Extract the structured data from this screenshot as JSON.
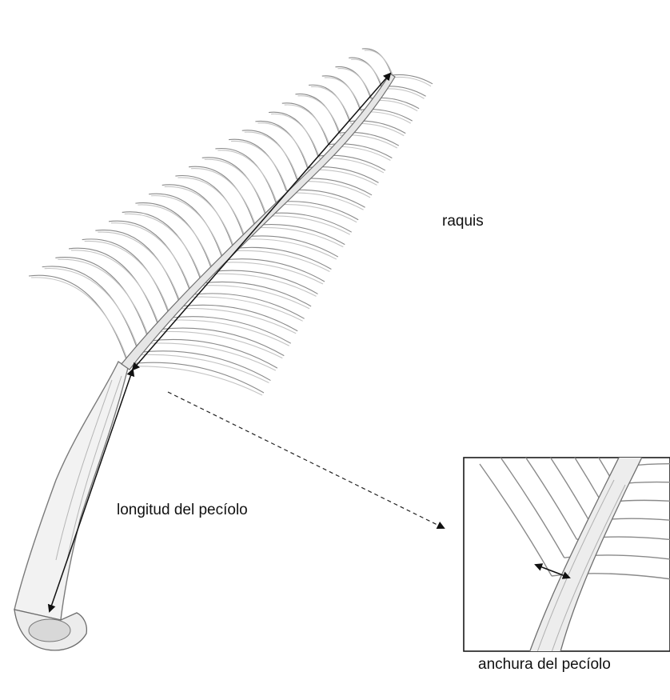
{
  "labels": {
    "rachis": "raquis",
    "petiole_length": "longitud del pecíolo",
    "petiole_width": "anchura del pecíolo"
  },
  "colors": {
    "background": "#ffffff",
    "ink": "#111111",
    "pencil": "#8a8a8a",
    "shade": "#c9c9c9"
  }
}
